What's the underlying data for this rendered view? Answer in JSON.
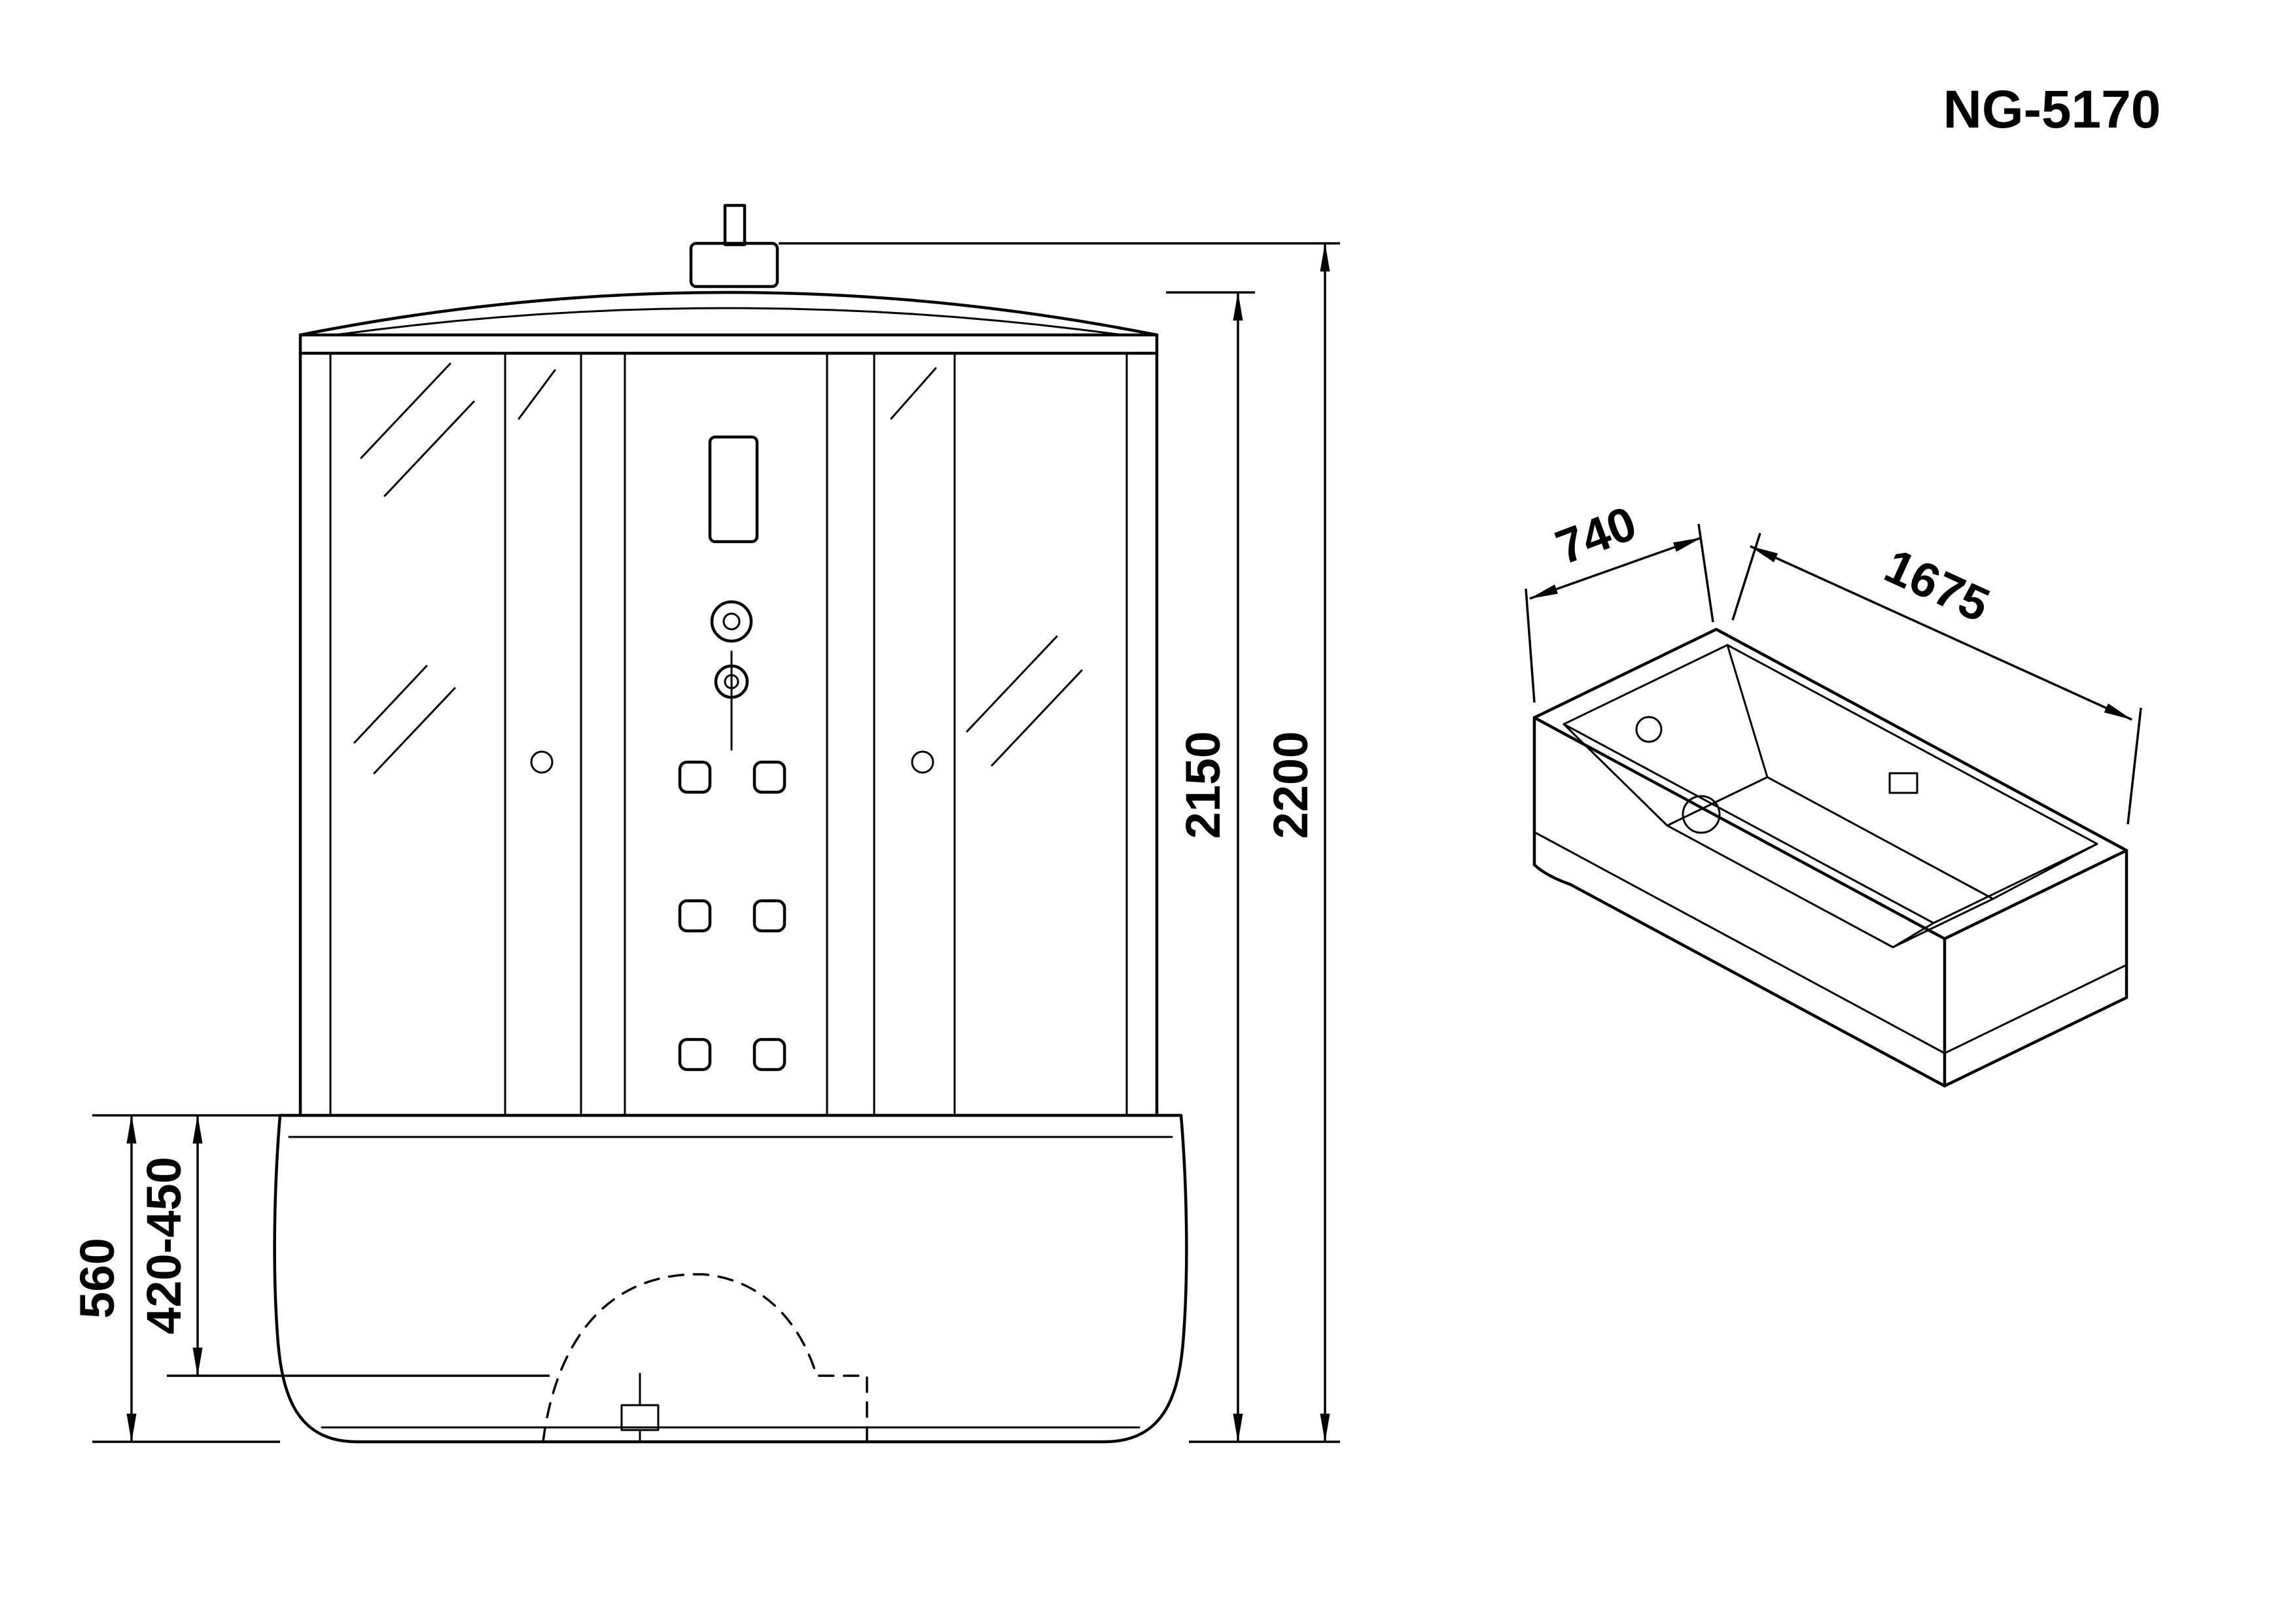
{
  "title": "NG-5170",
  "front_view": {
    "dimensions": {
      "cabin_height": "2150",
      "total_height": "2200",
      "tray_height": "560",
      "tray_inner_height": "420-450"
    }
  },
  "isometric_view": {
    "dimensions": {
      "width": "740",
      "length": "1675"
    }
  },
  "colors": {
    "line": "#000000",
    "background": "#ffffff"
  }
}
